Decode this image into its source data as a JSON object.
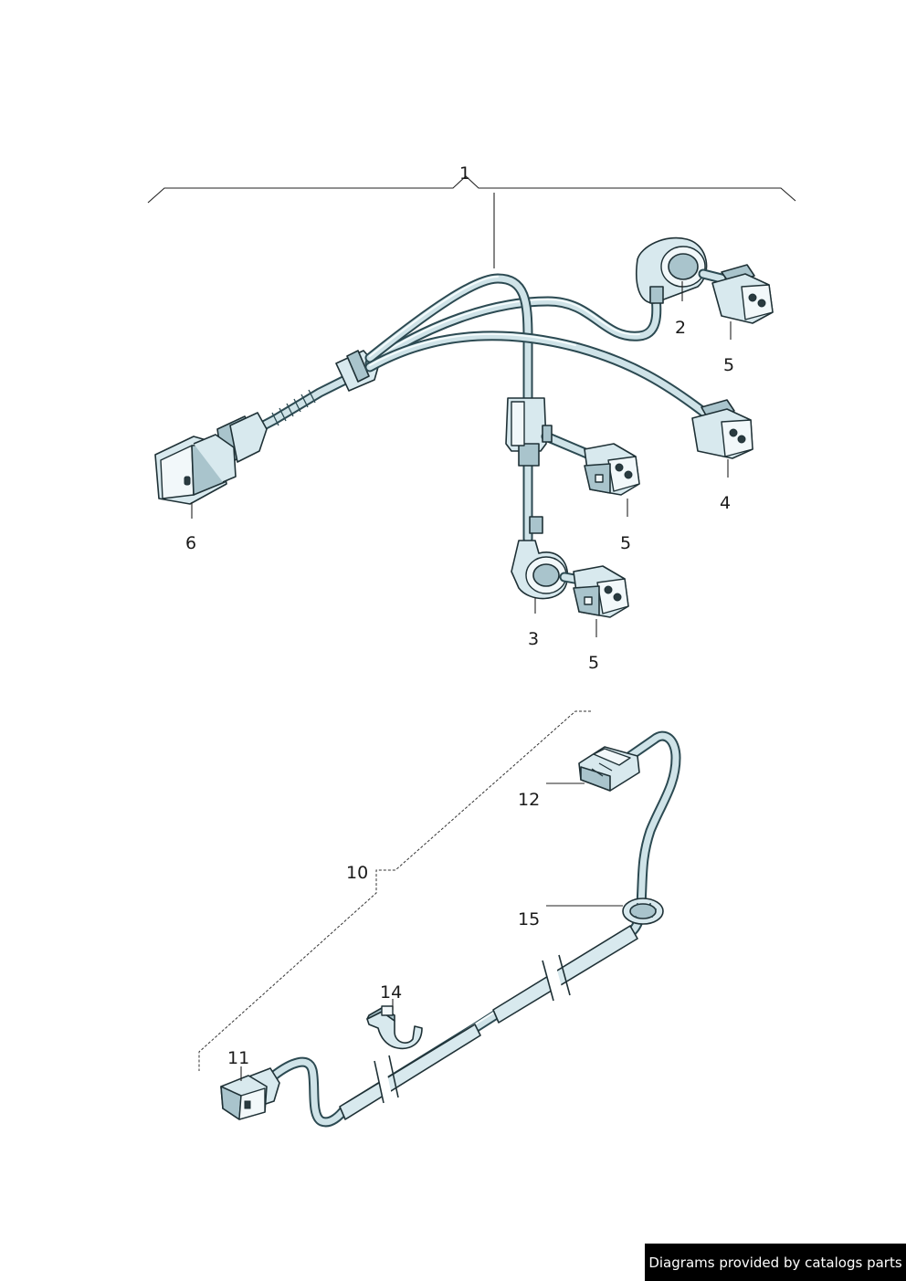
{
  "callouts": {
    "c1": "1",
    "c2": "2",
    "c3": "3",
    "c4": "4",
    "c5a": "5",
    "c5b": "5",
    "c5c": "5",
    "c6": "6",
    "c10": "10",
    "c11": "11",
    "c12": "12",
    "c14": "14",
    "c15": "15"
  },
  "footer": {
    "credit": "Diagrams provided by catalogs parts"
  },
  "colors": {
    "wire_fill": "#cfe3e8",
    "outline": "#1f3136",
    "credit_bg": "#000000"
  }
}
